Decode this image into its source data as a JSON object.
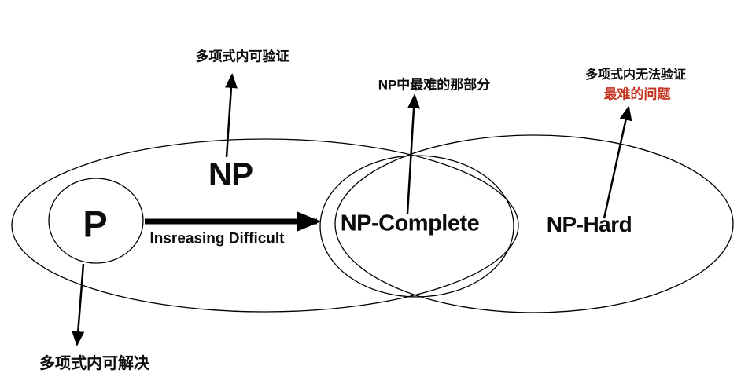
{
  "diagram": {
    "title_implicit": "P vs NP complexity classes",
    "colors": {
      "background": "#ffffff",
      "stroke": "#000000",
      "text": "#0d0d0d",
      "accent_red": "#c5321f"
    },
    "sets": {
      "np": {
        "label": "NP"
      },
      "p": {
        "label": "P"
      },
      "np_complete": {
        "label": "NP-Complete"
      },
      "np_hard": {
        "label": "NP-Hard"
      }
    },
    "difficulty_arrow": {
      "label": "Insreasing Difficult",
      "from": "P",
      "to": "NP-Complete"
    },
    "annotations": {
      "np": "多项式内可验证",
      "np_complete": "NP中最难的那部分",
      "np_hard_line1": "多项式内无法验证",
      "np_hard_line2": "最难的问题",
      "p": "多项式内可解决"
    }
  }
}
